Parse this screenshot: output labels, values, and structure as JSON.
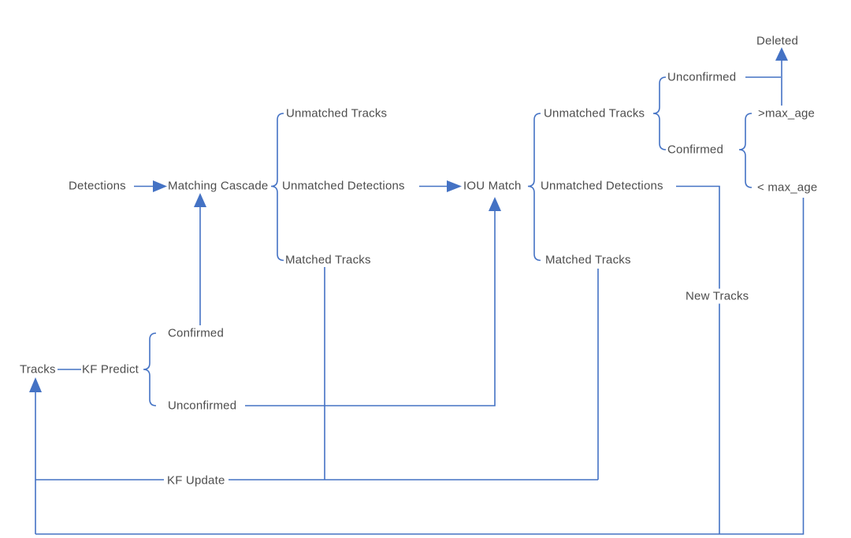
{
  "colors": {
    "background": "#ffffff",
    "line": "#4472c4",
    "text": "#4d4d4d"
  },
  "nodes": {
    "detections": "Detections",
    "matching_cascade": "Matching Cascade",
    "mc_unmatched_tracks": "Unmatched Tracks",
    "mc_unmatched_detections": "Unmatched Detections",
    "mc_matched_tracks": "Matched Tracks",
    "iou_match": "IOU Match",
    "iou_unmatched_tracks": "Unmatched Tracks",
    "iou_unmatched_detections": "Unmatched Detections",
    "iou_matched_tracks": "Matched Tracks",
    "unconfirmed_track": "Unconfirmed",
    "confirmed_track": "Confirmed",
    "deleted": "Deleted",
    "gt_max_age": ">max_age",
    "lt_max_age": "< max_age",
    "tracks": "Tracks",
    "kf_predict": "KF Predict",
    "kf_confirmed": "Confirmed",
    "kf_unconfirmed": "Unconfirmed",
    "kf_update": "KF Update",
    "new_tracks": "New Tracks"
  }
}
